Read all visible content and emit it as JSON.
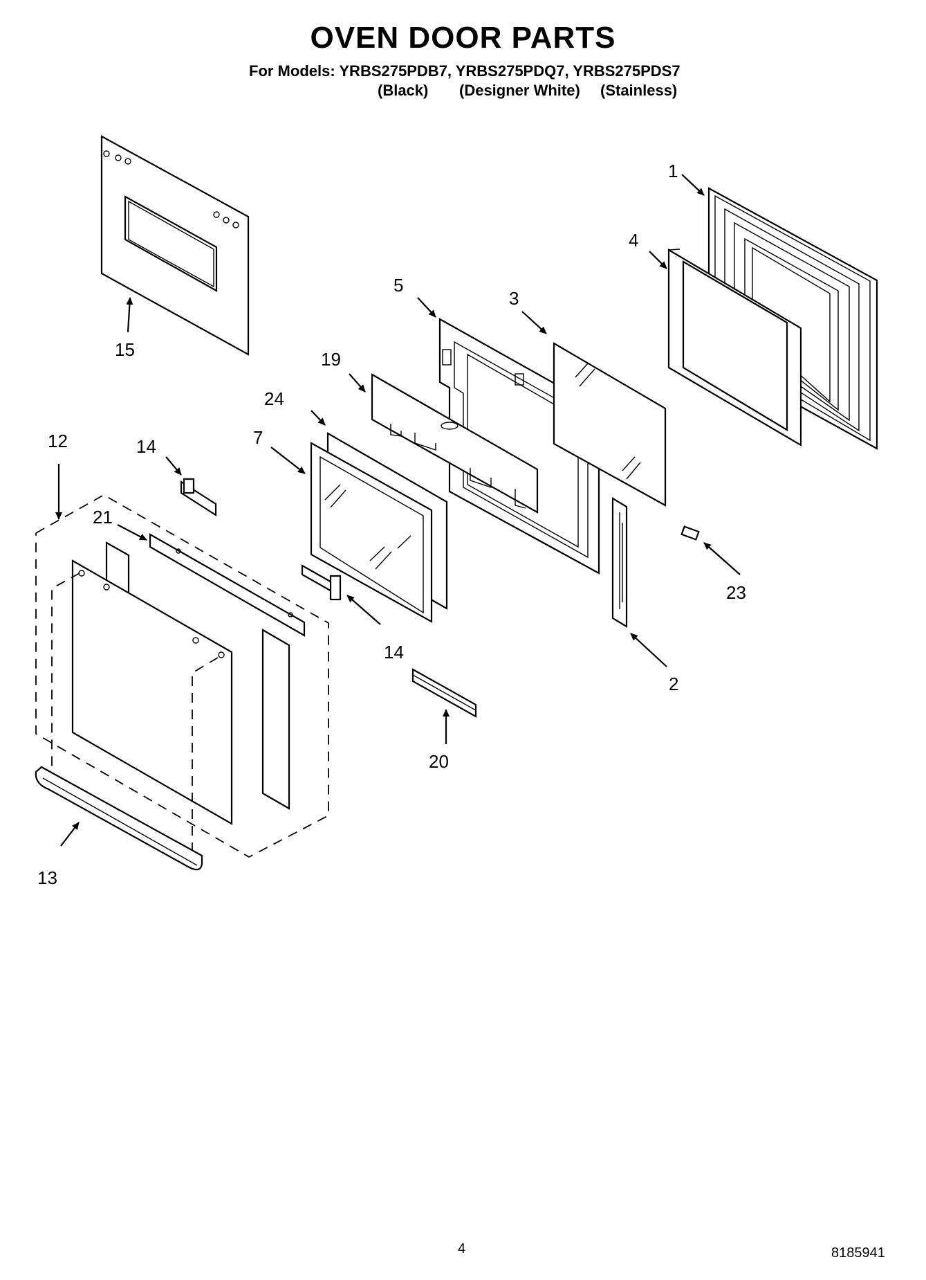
{
  "title": "OVEN DOOR PARTS",
  "models_line": "For Models: YRBS275PDB7, YRBS275PDQ7, YRBS275PDS7",
  "variants": [
    "(Black)",
    "(Designer White)",
    "(Stainless)"
  ],
  "callouts": {
    "p1": "1",
    "p2": "2",
    "p3": "3",
    "p4": "4",
    "p5": "5",
    "p7": "7",
    "p12": "12",
    "p13": "13",
    "p14a": "14",
    "p14b": "14",
    "p15": "15",
    "p19": "19",
    "p20": "20",
    "p21": "21",
    "p23": "23",
    "p24": "24"
  },
  "page_number": "4",
  "doc_number": "8185941"
}
